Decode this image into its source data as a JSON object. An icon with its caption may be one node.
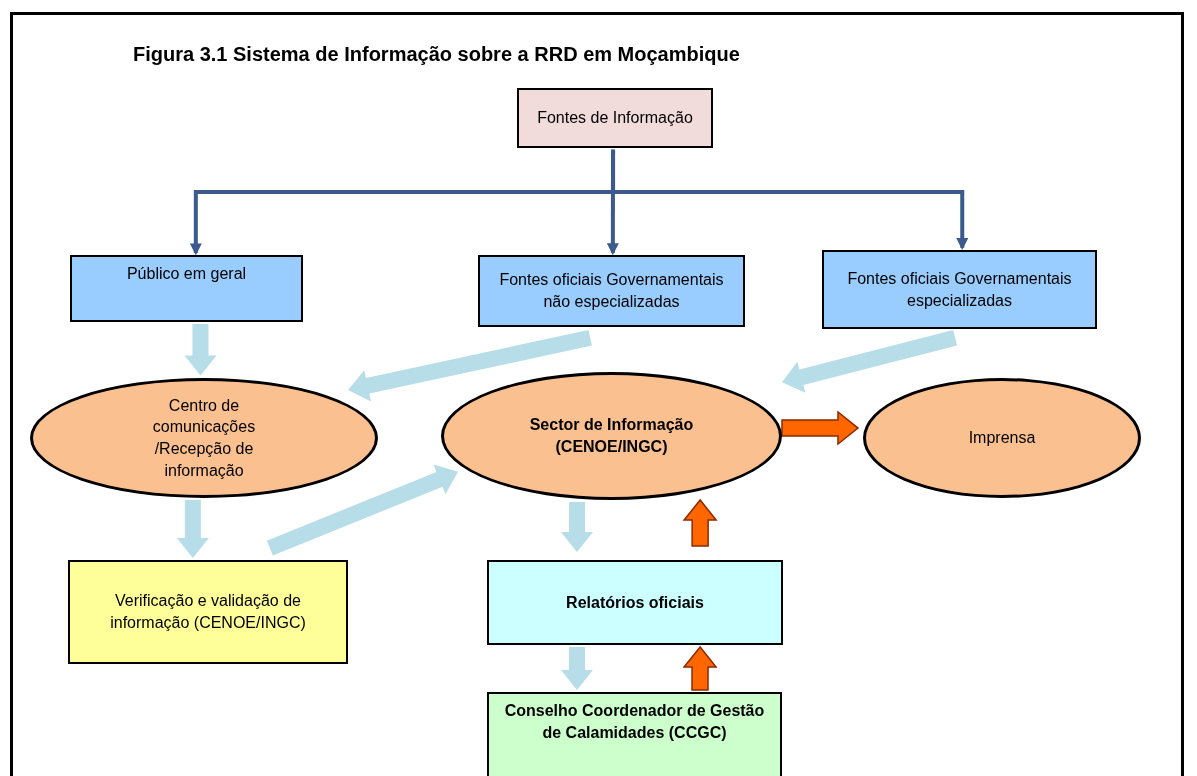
{
  "diagram": {
    "title": "Figura 3.1 Sistema de Informação sobre a RRD em Moçambique",
    "nodes": [
      {
        "text": [
          "Fontes de Informação"
        ]
      },
      {
        "text": [
          "Público em geral"
        ]
      },
      {
        "text": [
          "Fontes oficiais Governamentais não especializadas"
        ]
      },
      {
        "text": [
          "Fontes oficiais Governamentais especializadas"
        ]
      },
      {
        "text": [
          "Centro de comunicações /Recepção de informação"
        ]
      },
      {
        "text": [
          "Sector de Informação (CENOE/INGC)"
        ]
      },
      {
        "text": [
          "Imprensa"
        ]
      },
      {
        "text": [
          "Verificação e validação de informação (CENOE/INGC)"
        ]
      },
      {
        "text": [
          "Relatórios oficiais"
        ]
      },
      {
        "text": [
          "Conselho Coordenador de Gestão de Calamidades (CCGC)"
        ]
      }
    ],
    "edges": [
      {
        "from": 0,
        "to": 1,
        "arrow": "to",
        "color": "#3c5a8c"
      },
      {
        "from": 0,
        "to": 2,
        "arrow": "to",
        "color": "#3c5a8c"
      },
      {
        "from": 0,
        "to": 3,
        "arrow": "to",
        "color": "#3c5a8c"
      },
      {
        "from": 1,
        "to": 4,
        "arrow": "to",
        "style": "thick"
      },
      {
        "from": 2,
        "to": 4,
        "arrow": "to",
        "style": "thick"
      },
      {
        "from": 3,
        "to": 5,
        "arrow": "to",
        "style": "thick"
      },
      {
        "from": 4,
        "to": 7,
        "arrow": "to",
        "style": "thick"
      },
      {
        "from": 7,
        "to": 5,
        "arrow": "to",
        "style": "thick"
      },
      {
        "from": 5,
        "to": 8,
        "arrow": "to",
        "style": "thick"
      },
      {
        "from": 8,
        "to": 5,
        "arrow": "to",
        "style": "thick",
        "color": "#ff6600"
      },
      {
        "from": 5,
        "to": 6,
        "arrow": "to",
        "style": "thick",
        "color": "#ff6600"
      },
      {
        "from": 8,
        "to": 9,
        "arrow": "to",
        "style": "thick"
      },
      {
        "from": 9,
        "to": 8,
        "arrow": "to",
        "style": "thick",
        "color": "#ff6600"
      }
    ]
  }
}
